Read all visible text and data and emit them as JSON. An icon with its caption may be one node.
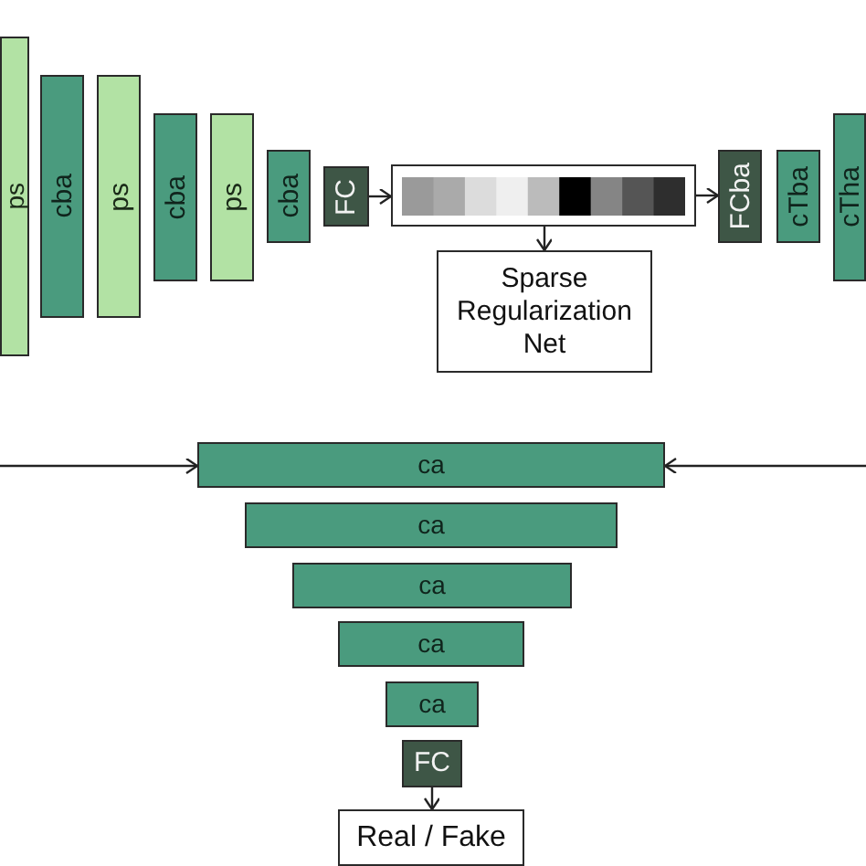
{
  "diagram": {
    "nodes": [
      {
        "text": [
          "ps"
        ]
      },
      {
        "text": [
          "cba"
        ]
      },
      {
        "text": [
          "ps"
        ]
      },
      {
        "text": [
          "cba"
        ]
      },
      {
        "text": [
          "ps"
        ]
      },
      {
        "text": [
          "cba"
        ]
      },
      {
        "text": [
          "FC"
        ]
      },
      {
        "text": [],
        "shape": "bar"
      },
      {
        "text": [
          "FCba"
        ]
      },
      {
        "text": [
          "cTba"
        ]
      },
      {
        "text": [
          "cTha"
        ]
      },
      {
        "text": [
          "Sparse Regularization Net"
        ]
      },
      {
        "text": [
          "ca"
        ]
      },
      {
        "text": [
          "ca"
        ]
      },
      {
        "text": [
          "ca"
        ]
      },
      {
        "text": [
          "ca"
        ]
      },
      {
        "text": [
          "ca"
        ]
      },
      {
        "text": [
          "FC"
        ]
      },
      {
        "text": [
          "Real / Fake"
        ]
      }
    ],
    "edges": [
      {
        "from": 6,
        "to": 7,
        "arrow": "to"
      },
      {
        "from": 7,
        "to": 11,
        "arrow": "to"
      },
      {
        "from": 7,
        "to": 8,
        "arrow": "to"
      },
      {
        "from": null,
        "to": 12,
        "arrow": "to"
      },
      {
        "from": null,
        "to": 12,
        "arrow": "to"
      },
      {
        "from": 17,
        "to": 18,
        "arrow": "to"
      }
    ]
  }
}
